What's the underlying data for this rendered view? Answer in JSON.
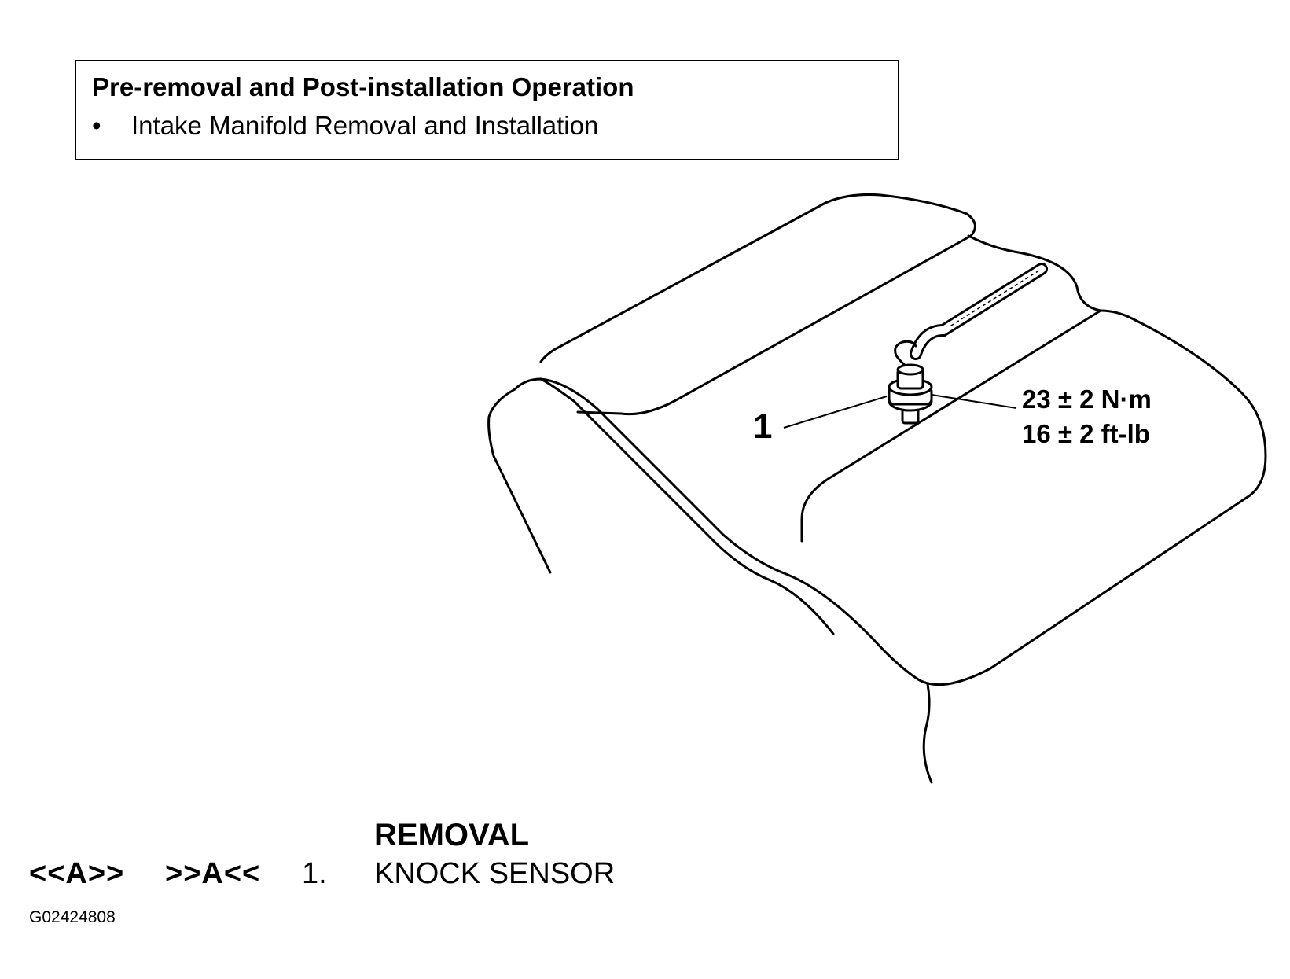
{
  "pre_removal": {
    "title": "Pre-removal and Post-installation Operation",
    "bullet": "•",
    "items": [
      "Intake Manifold Removal and Installation"
    ]
  },
  "figure": {
    "part_number": "1",
    "torque_nm": "23 ± 2 N·m",
    "torque_ftlb": "16 ± 2 ft-lb"
  },
  "removal": {
    "heading": "REMOVAL",
    "steps": [
      {
        "removal_ref": "<<A>>",
        "install_ref": ">>A<<",
        "number": "1.",
        "name": "KNOCK SENSOR"
      }
    ]
  },
  "figure_id": "G02424808"
}
